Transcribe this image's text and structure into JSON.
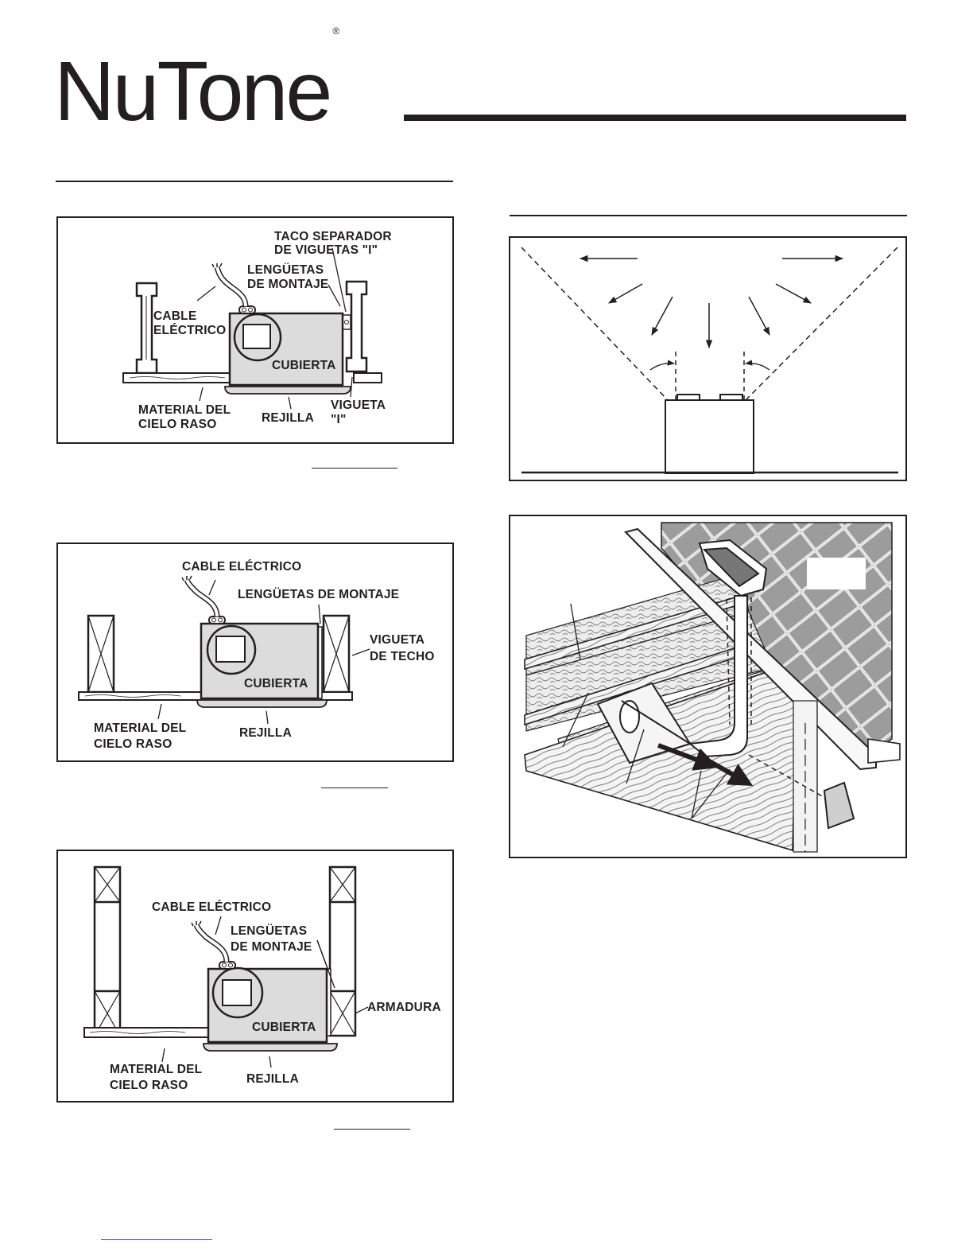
{
  "brand": {
    "name": "NuTone",
    "registered": "®"
  },
  "figure1": {
    "labels": {
      "taco1": "TACO SEPARADOR",
      "taco2": "DE VIGUETAS \"I\"",
      "lengueta1": "LENGÜETAS",
      "lengueta2": "DE MONTAJE",
      "cable1": "CABLE",
      "cable2": "ELÉCTRICO",
      "cubierta": "CUBIERTA",
      "material1": "MATERIAL DEL",
      "material2": "CIELO RASO",
      "rejilla": "REJILLA",
      "vigueta1": "VIGUETA",
      "vigueta2": "\"I\""
    }
  },
  "figure2": {
    "labels": {
      "cable": "CABLE ELÉCTRICO",
      "lengueta": "LENGÜETAS DE MONTAJE",
      "vigueta1": "VIGUETA",
      "vigueta2": "DE TECHO",
      "cubierta": "CUBIERTA",
      "material1": "MATERIAL DEL",
      "material2": "CIELO RASO",
      "rejilla": "REJILLA"
    }
  },
  "figure3": {
    "labels": {
      "cable": "CABLE ELÉCTRICO",
      "lengueta1": "LENGÜETAS",
      "lengueta2": "DE MONTAJE",
      "armadura": "ARMADURA",
      "cubierta": "CUBIERTA",
      "material1": "MATERIAL DEL",
      "material2": "CIELO RASO",
      "rejilla": "REJILLA"
    }
  },
  "colors": {
    "ink": "#231f20",
    "housing": "#dcdcdc",
    "link": "#2b4fb8"
  }
}
